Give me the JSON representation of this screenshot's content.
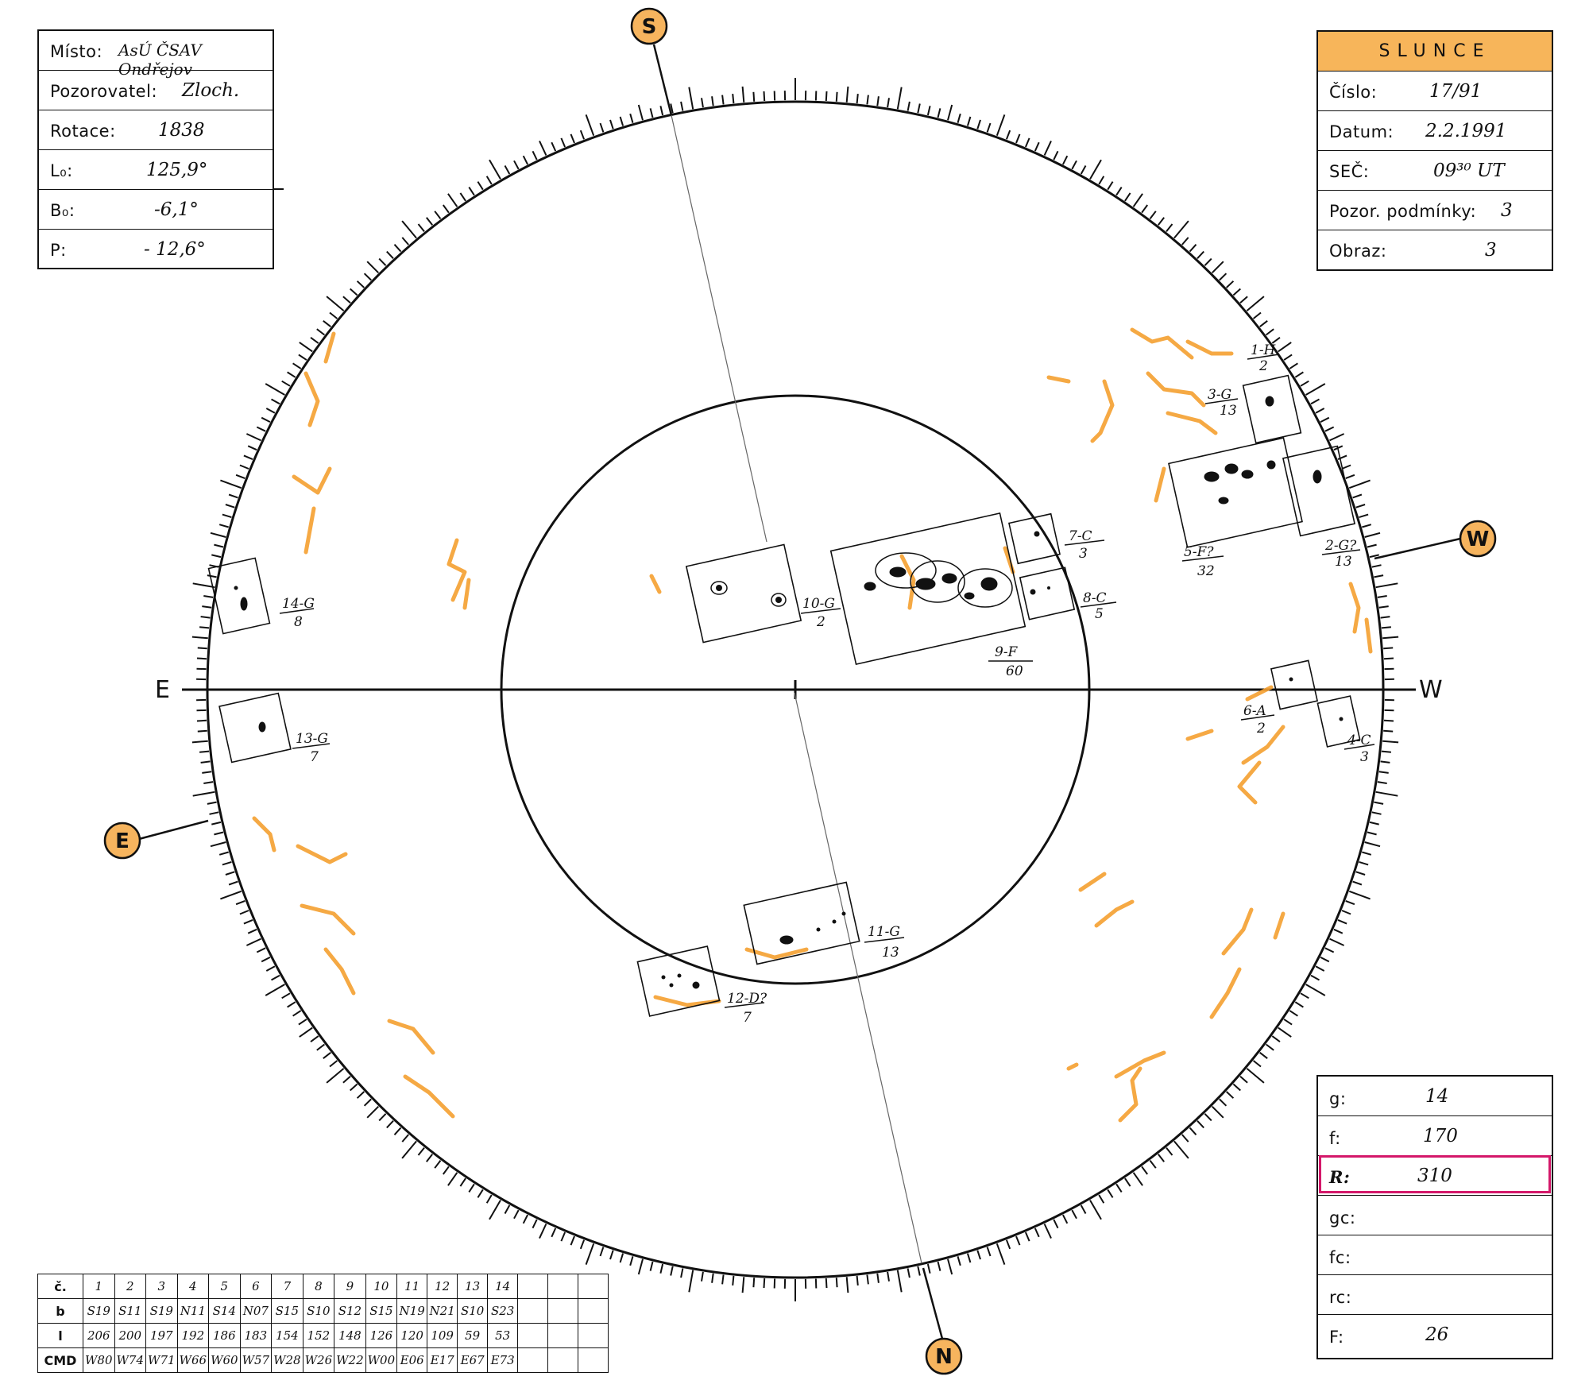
{
  "left_box": {
    "rows": [
      {
        "label": "Místo:",
        "value": "AsÚ ČSAV Ondřejov"
      },
      {
        "label": "Pozorovatel:",
        "value": "Zloch."
      },
      {
        "label": "Rotace:",
        "value": "1838"
      },
      {
        "label": "L₀:",
        "value": "125,9°"
      },
      {
        "label": "B₀:",
        "value": "-6,1°"
      },
      {
        "label": "P:",
        "value": "- 12,6°"
      }
    ]
  },
  "right_box": {
    "header": "SLUNCE",
    "rows": [
      {
        "label": "Číslo:",
        "value": "17/91"
      },
      {
        "label": "Datum:",
        "value": "2.2.1991"
      },
      {
        "label": "SEČ:",
        "value": "09³⁰ UT"
      },
      {
        "label": "Pozor. podmínky:",
        "value": "3"
      },
      {
        "label": "Obraz:",
        "value": "3"
      }
    ]
  },
  "counts_box": {
    "rows": [
      {
        "label": "g:",
        "value": "14"
      },
      {
        "label": "f:",
        "value": "170"
      },
      {
        "label": "R:",
        "value": "310"
      },
      {
        "label": "gc:",
        "value": ""
      },
      {
        "label": "fc:",
        "value": ""
      },
      {
        "label": "rc:",
        "value": ""
      },
      {
        "label": "F:",
        "value": "26"
      }
    ]
  },
  "compass": {
    "S": "S",
    "N": "N",
    "E": "E",
    "W": "W",
    "E_axis": "E",
    "W_axis": "W"
  },
  "groups": [
    {
      "id": "1-H",
      "n": "2"
    },
    {
      "id": "2-G?",
      "n": "13"
    },
    {
      "id": "3-G",
      "n": "13"
    },
    {
      "id": "4-C",
      "n": "3"
    },
    {
      "id": "5-F?",
      "n": "32"
    },
    {
      "id": "6-A",
      "n": "2"
    },
    {
      "id": "7-C",
      "n": "3"
    },
    {
      "id": "8-C",
      "n": "5"
    },
    {
      "id": "9-F",
      "n": "60"
    },
    {
      "id": "10-G",
      "n": "2"
    },
    {
      "id": "11-G",
      "n": "13"
    },
    {
      "id": "12-D?",
      "n": "7"
    },
    {
      "id": "13-G",
      "n": "7"
    },
    {
      "id": "14-G",
      "n": "8"
    }
  ],
  "position_table": {
    "row_labels": [
      "č.",
      "b",
      "l",
      "CMD"
    ],
    "numbers": [
      "1",
      "2",
      "3",
      "4",
      "5",
      "6",
      "7",
      "8",
      "9",
      "10",
      "11",
      "12",
      "13",
      "14",
      "",
      "",
      ""
    ],
    "b": [
      "S19",
      "S11",
      "S19",
      "N11",
      "S14",
      "N07",
      "S15",
      "S10",
      "S12",
      "S15",
      "N19",
      "N21",
      "S10",
      "S23",
      "",
      "",
      ""
    ],
    "l": [
      "206",
      "200",
      "197",
      "192",
      "186",
      "183",
      "154",
      "152",
      "148",
      "126",
      "120",
      "109",
      "59",
      "53",
      "",
      "",
      ""
    ],
    "cmd": [
      "W80",
      "W74",
      "W71",
      "W66",
      "W60",
      "W57",
      "W28",
      "W26",
      "W22",
      "W00",
      "E06",
      "E17",
      "E67",
      "E73",
      "",
      "",
      ""
    ]
  },
  "colors": {
    "facula": "#f5a030",
    "badge": "#f6b45e",
    "highlight": "#d4186a",
    "ink": "#111111"
  }
}
